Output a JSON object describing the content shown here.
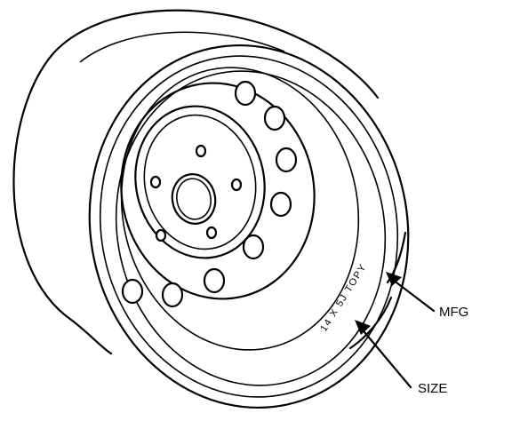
{
  "rim_marking": "14 X 5J TOPY",
  "callouts": {
    "mfg": "MFG",
    "size": "SIZE"
  }
}
